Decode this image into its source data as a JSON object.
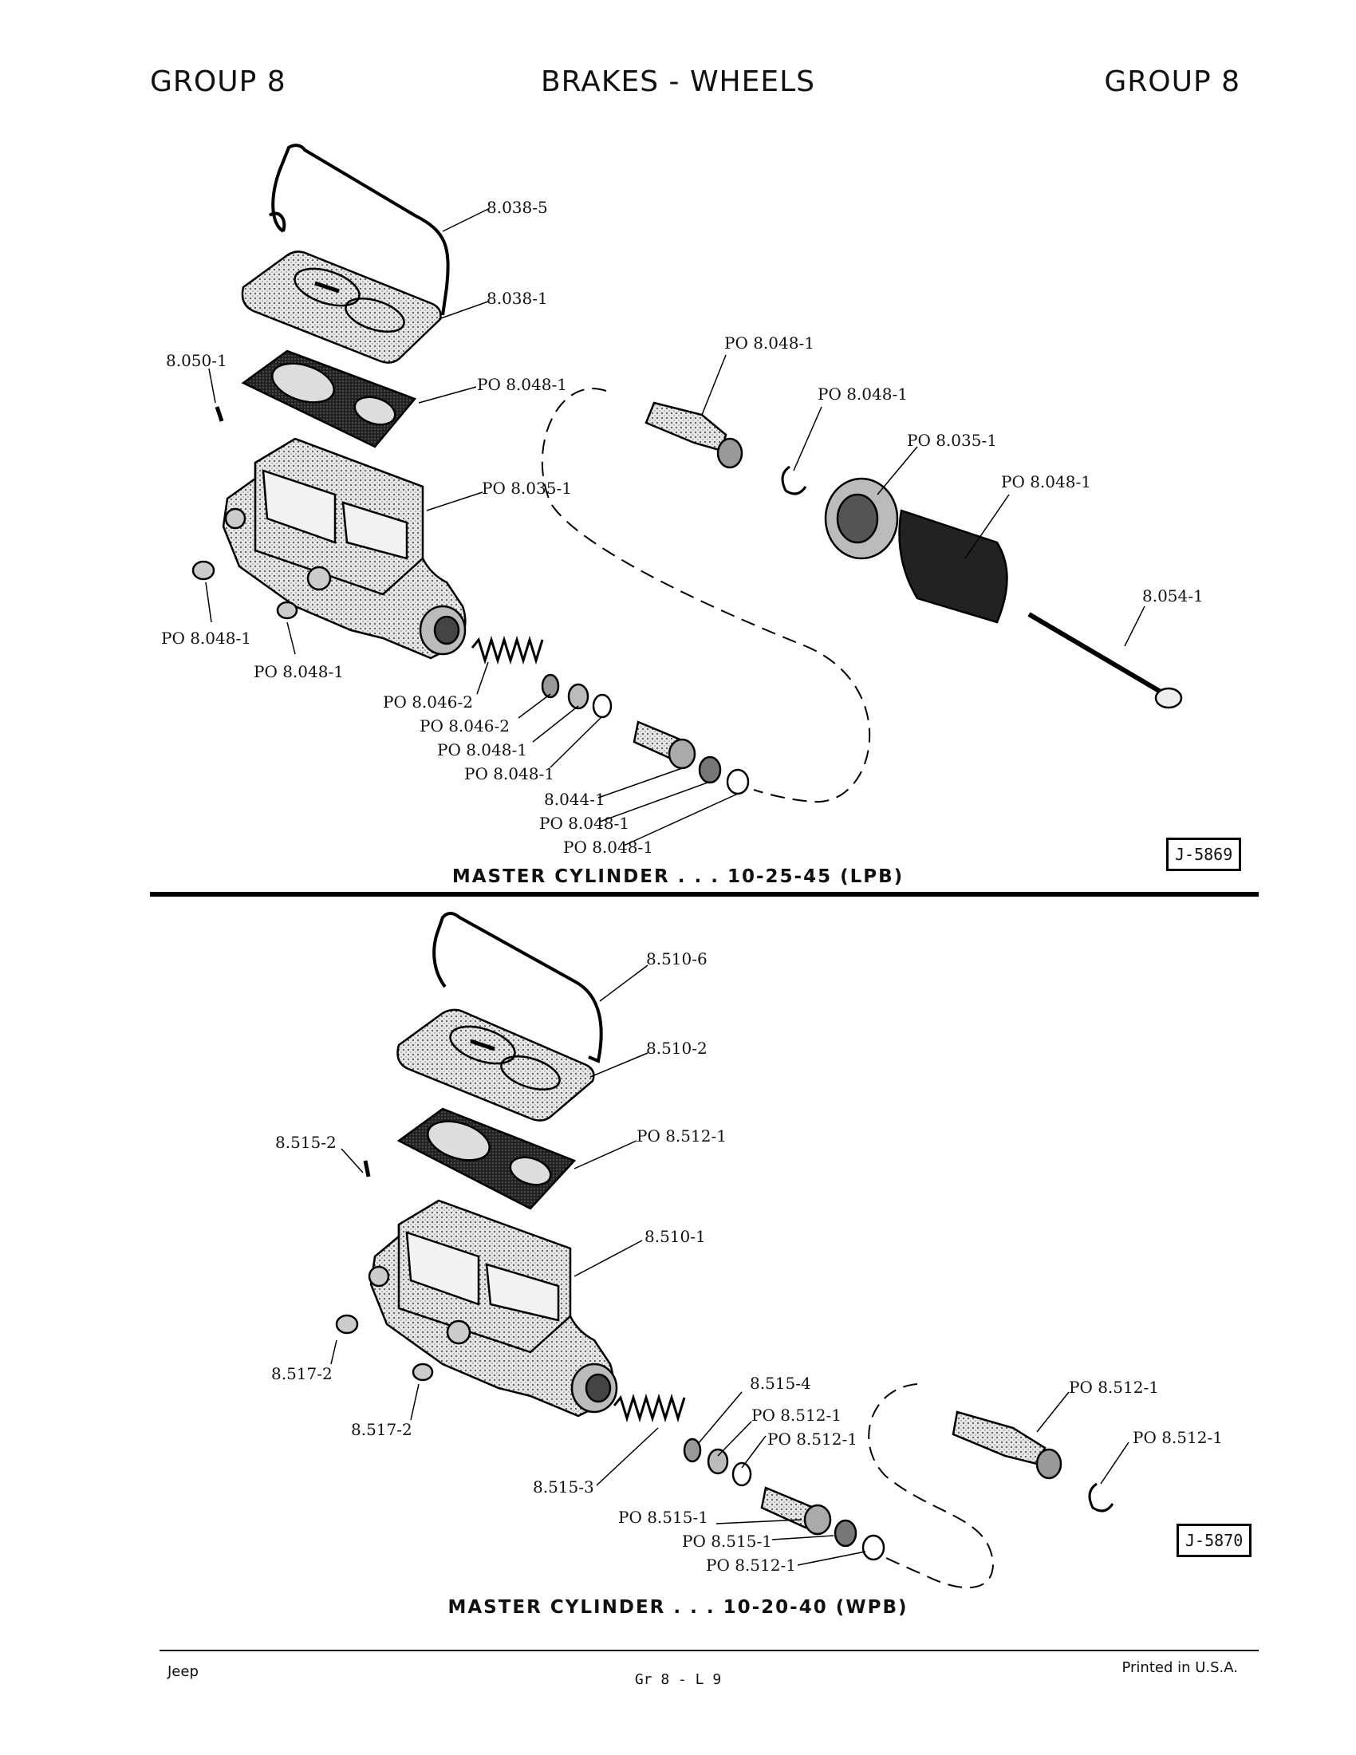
{
  "header": {
    "left": "GROUP 8",
    "center": "BRAKES - WHEELS",
    "right": "GROUP 8"
  },
  "figure_top": {
    "caption": "MASTER CYLINDER . . . 10-25-45 (LPB)",
    "ref": "J-5869",
    "labels": [
      "8.038-5",
      "8.038-1",
      "8.050-1",
      "PO 8.048-1",
      "PO 8.035-1",
      "PO 8.048-1",
      "PO 8.048-1",
      "PO 8.046-2",
      "PO 8.046-2",
      "PO 8.048-1",
      "PO 8.048-1",
      "8.044-1",
      "PO 8.048-1",
      "PO 8.048-1",
      "PO 8.048-1",
      "PO 8.048-1",
      "PO 8.035-1",
      "PO 8.048-1",
      "8.054-1"
    ]
  },
  "figure_bottom": {
    "caption": "MASTER CYLINDER . . . 10-20-40 (WPB)",
    "ref": "J-5870",
    "labels": [
      "8.510-6",
      "8.510-2",
      "8.515-2",
      "PO 8.512-1",
      "8.510-1",
      "8.517-2",
      "8.517-2",
      "8.515-4",
      "PO 8.512-1",
      "PO 8.512-1",
      "8.515-3",
      "PO 8.515-1",
      "PO 8.515-1",
      "PO 8.512-1",
      "PO 8.512-1",
      "PO 8.512-1"
    ]
  },
  "footer": {
    "left": "Jeep",
    "center": "Gr 8 - L 9",
    "right": "Printed in U.S.A."
  }
}
